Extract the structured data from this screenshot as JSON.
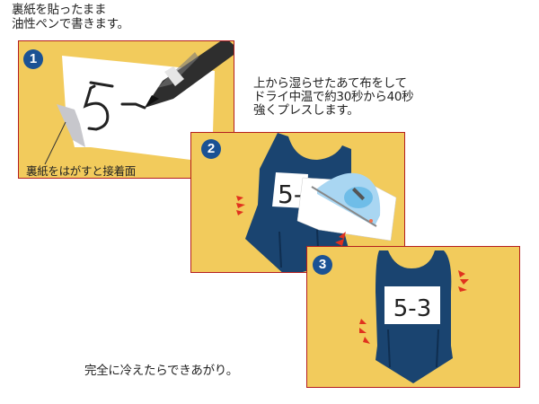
{
  "captions": {
    "step1_line1": "裏紙を貼ったまま",
    "step1_line2": "油性ペンで書きます。",
    "step2_line1": "上から湿らせたあて布をして",
    "step2_line2": "ドライ中温で約30秒から40秒",
    "step2_line3": "強くプレスします。",
    "step3": "完全に冷えたらできあがり。"
  },
  "panels": [
    {
      "number": "1",
      "label": "裏紙をはがすと接着面",
      "card_text": "5-"
    },
    {
      "number": "2",
      "card_text": "5-"
    },
    {
      "number": "3",
      "card_text": "5-3"
    }
  ],
  "colors": {
    "panel_bg": "#f2cb5c",
    "panel_border": "#b41e1e",
    "badge": "#1b5294",
    "garment": "#1a4470",
    "arrows": "#e0321e"
  }
}
